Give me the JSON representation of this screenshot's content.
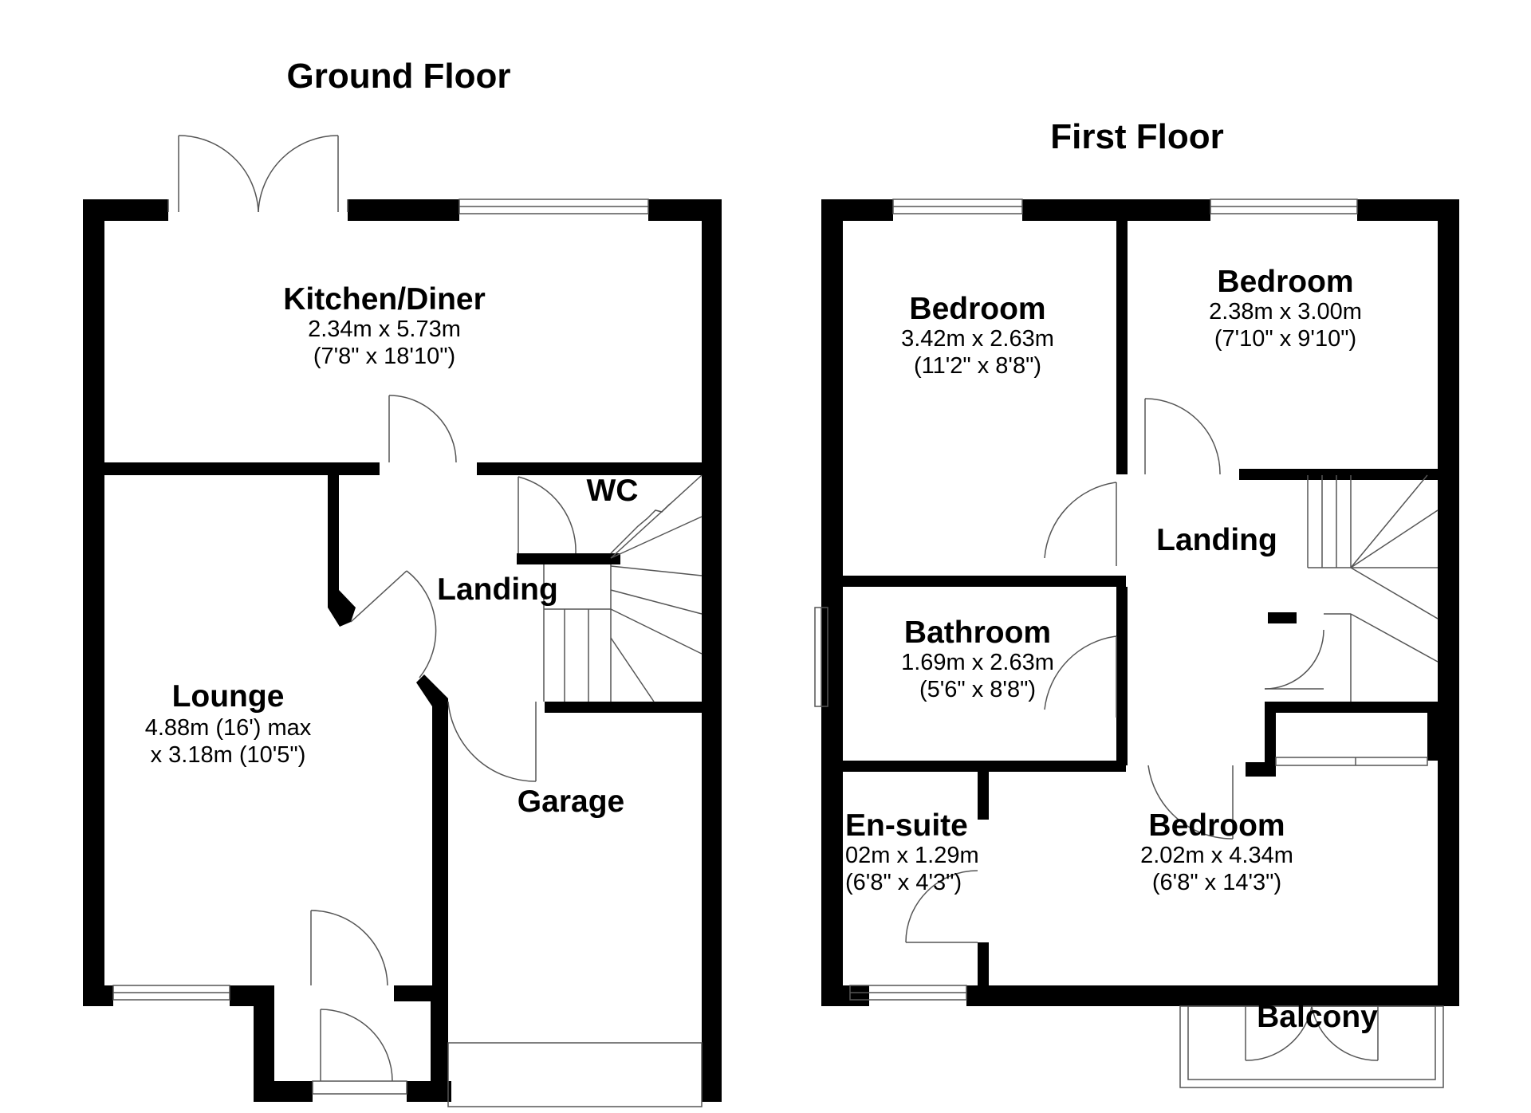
{
  "ground_floor": {
    "title": "Ground Floor",
    "kitchen": {
      "name": "Kitchen/Diner",
      "dim1": "2.34m x 5.73m",
      "dim2": "(7'8\" x 18'10\")"
    },
    "wc": {
      "name": "WC"
    },
    "landing": {
      "name": "Landing"
    },
    "lounge": {
      "name": "Lounge",
      "dim1": "4.88m (16') max",
      "dim2": "x 3.18m (10'5\")"
    },
    "garage": {
      "name": "Garage"
    }
  },
  "first_floor": {
    "title": "First Floor",
    "bedroom_1": {
      "name": "Bedroom",
      "dim1": "3.42m x 2.63m",
      "dim2": "(11'2\" x 8'8\")"
    },
    "bedroom_2": {
      "name": "Bedroom",
      "dim1": "2.38m x 3.00m",
      "dim2": "(7'10\" x 9'10\")"
    },
    "landing": {
      "name": "Landing"
    },
    "bathroom": {
      "name": "Bathroom",
      "dim1": "1.69m x 2.63m",
      "dim2": "(5'6\" x 8'8\")"
    },
    "ensuite": {
      "name": "En-suite",
      "dim1": "02m x 1.29m",
      "dim2": "(6'8\" x 4'3\")"
    },
    "bedroom_3": {
      "name": "Bedroom",
      "dim1": "2.02m x 4.34m",
      "dim2": "(6'8\" x 14'3\")"
    },
    "balcony": {
      "name": "Balcony"
    }
  },
  "colors": {
    "wall": "#000000",
    "line": "#555555",
    "background": "#ffffff"
  }
}
